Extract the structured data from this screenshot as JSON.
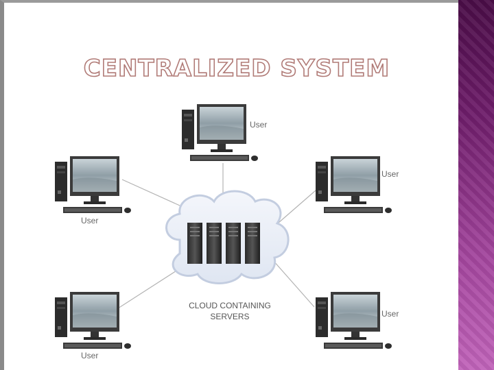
{
  "slide": {
    "title": "CENTRALIZED SYSTEM",
    "accent_color": "#6d1c69",
    "title_outline_color": "#b07a76"
  },
  "diagram": {
    "hub": {
      "label_line1": "CLOUD CONTAINING",
      "label_line2": "SERVERS",
      "icon": "server-cloud-icon"
    },
    "nodes": [
      {
        "id": "top",
        "label": "User",
        "icon": "desktop-computer-icon"
      },
      {
        "id": "left",
        "label": "User",
        "icon": "desktop-computer-icon"
      },
      {
        "id": "right",
        "label": "User",
        "icon": "desktop-computer-icon"
      },
      {
        "id": "bottom-left",
        "label": "User",
        "icon": "desktop-computer-icon"
      },
      {
        "id": "bottom-right",
        "label": "User",
        "icon": "desktop-computer-icon"
      }
    ]
  }
}
